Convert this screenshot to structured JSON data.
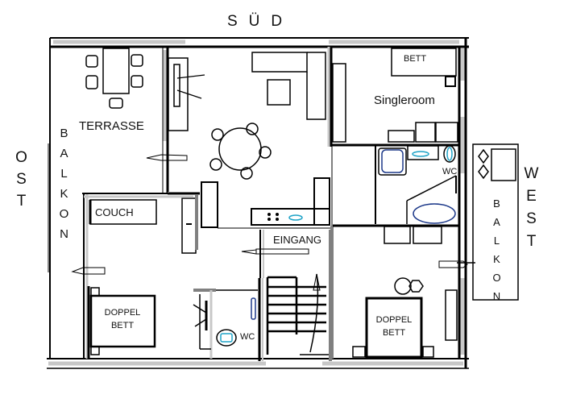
{
  "compass": {
    "south": "SÜD",
    "east": "OST",
    "west": "WEST"
  },
  "rooms": {
    "terrace": "TERRASSE",
    "balcony_east": "BALKON",
    "balcony_west": "BALKON",
    "singleroom": "Singleroom",
    "singleroom_bed": "BETT",
    "bathroom_wc": "WC",
    "couch": "COUCH",
    "entrance": "EINGANG",
    "guest_wc": "WC",
    "double_bed_left_line1": "DOPPEL",
    "double_bed_left_line2": "BETT",
    "double_bed_right_line1": "DOPPEL",
    "double_bed_right_line2": "BETT"
  },
  "colors": {
    "wall": "#000000",
    "window": "#c8c8c8",
    "wall_grey": "#808080",
    "fixture_blue": "#1e3a8a",
    "fixture_cyan": "#1fa3c7"
  }
}
